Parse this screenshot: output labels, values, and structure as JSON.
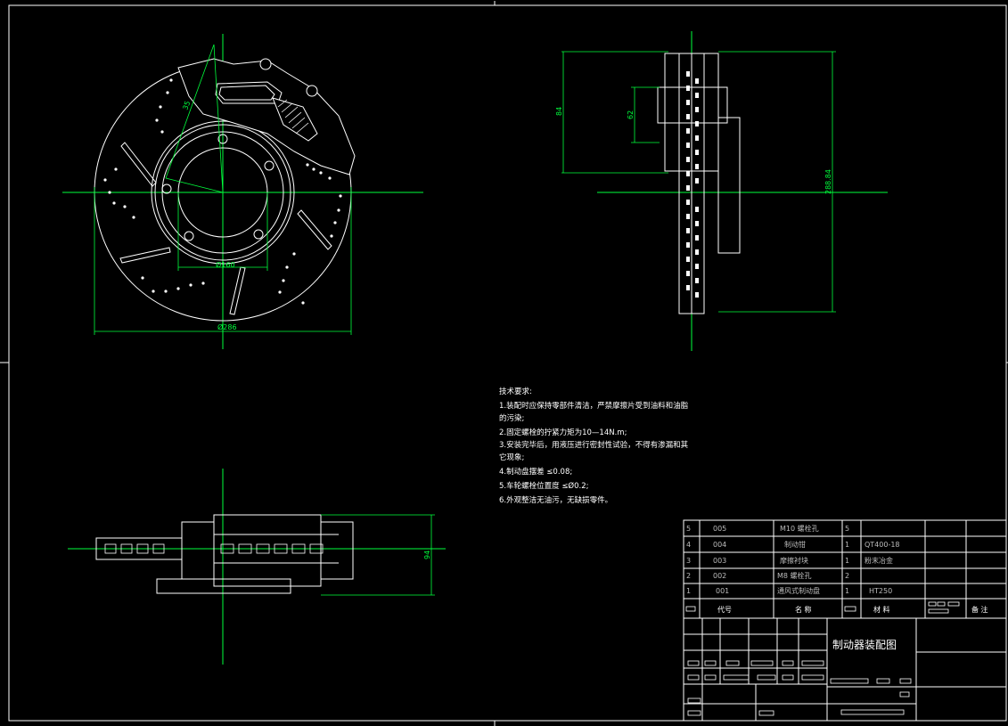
{
  "title_block": {
    "drawing_title": "制动器装配图"
  },
  "technical_requirements": {
    "heading": "技术要求:",
    "lines": [
      "1.装配时应保持零部件清洁，严禁摩擦片受到油料和油脂",
      "的污染;",
      "2.固定螺栓的拧紧力矩为10—14N.m;",
      "3.安装完毕后，用液压进行密封性试验，不得有渗漏和其",
      "它现象;",
      "4.制动盘摆差     ≤0.08;",
      "5.车轮螺栓位置度     ≤Ø0.2;",
      "6.外观整洁无油污，无缺损零件。"
    ]
  },
  "bom": {
    "rows": [
      {
        "no": "5",
        "code": "005",
        "name": "M10 螺栓孔",
        "qty": "5",
        "material": ""
      },
      {
        "no": "4",
        "code": "004",
        "name": "制动钳",
        "qty": "1",
        "material": "QT400-18"
      },
      {
        "no": "3",
        "code": "003",
        "name": "摩擦衬块",
        "qty": "1",
        "material": "粉末冶金"
      },
      {
        "no": "2",
        "code": "002",
        "name": "M8 螺栓孔",
        "qty": "2",
        "material": ""
      },
      {
        "no": "1",
        "code": "001",
        "name": "通风式制动盘",
        "qty": "1",
        "material": "HT250"
      }
    ],
    "header": {
      "code": "代号",
      "name": "名 称",
      "material": "材 料",
      "remarks": "备 注"
    }
  },
  "dimensions": {
    "front_diameter": "Ø286",
    "front_inner": "Ø160",
    "front_radius": "35",
    "side_84": "84",
    "side_62": "62",
    "side_288": "288.84",
    "top_94": "94"
  },
  "colors": {
    "background": "#000000",
    "outline": "#ffffff",
    "centerline": "#00ff3c",
    "dimension": "#00ff3c"
  }
}
